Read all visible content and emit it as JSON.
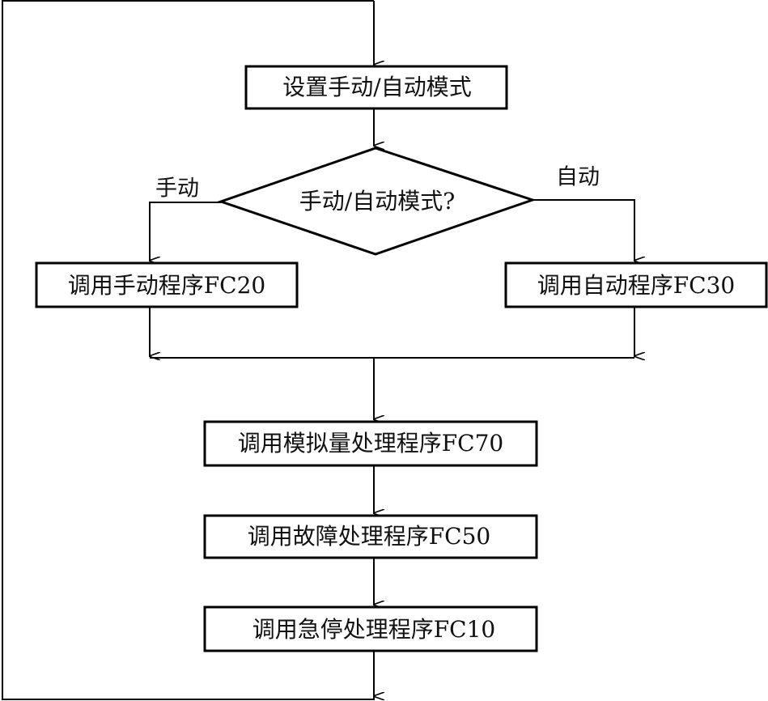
{
  "flowchart": {
    "set_mode": "设置手动/自动模式",
    "decision": "手动/自动模式?",
    "branch_manual": "手动",
    "branch_auto": "自动",
    "call_manual": "调用手动程序FC20",
    "call_auto": "调用自动程序FC30",
    "call_analog": "调用模拟量处理程序FC70",
    "call_fault": "调用故障处理程序FC50",
    "call_estop": "调用急停处理程序FC10"
  }
}
